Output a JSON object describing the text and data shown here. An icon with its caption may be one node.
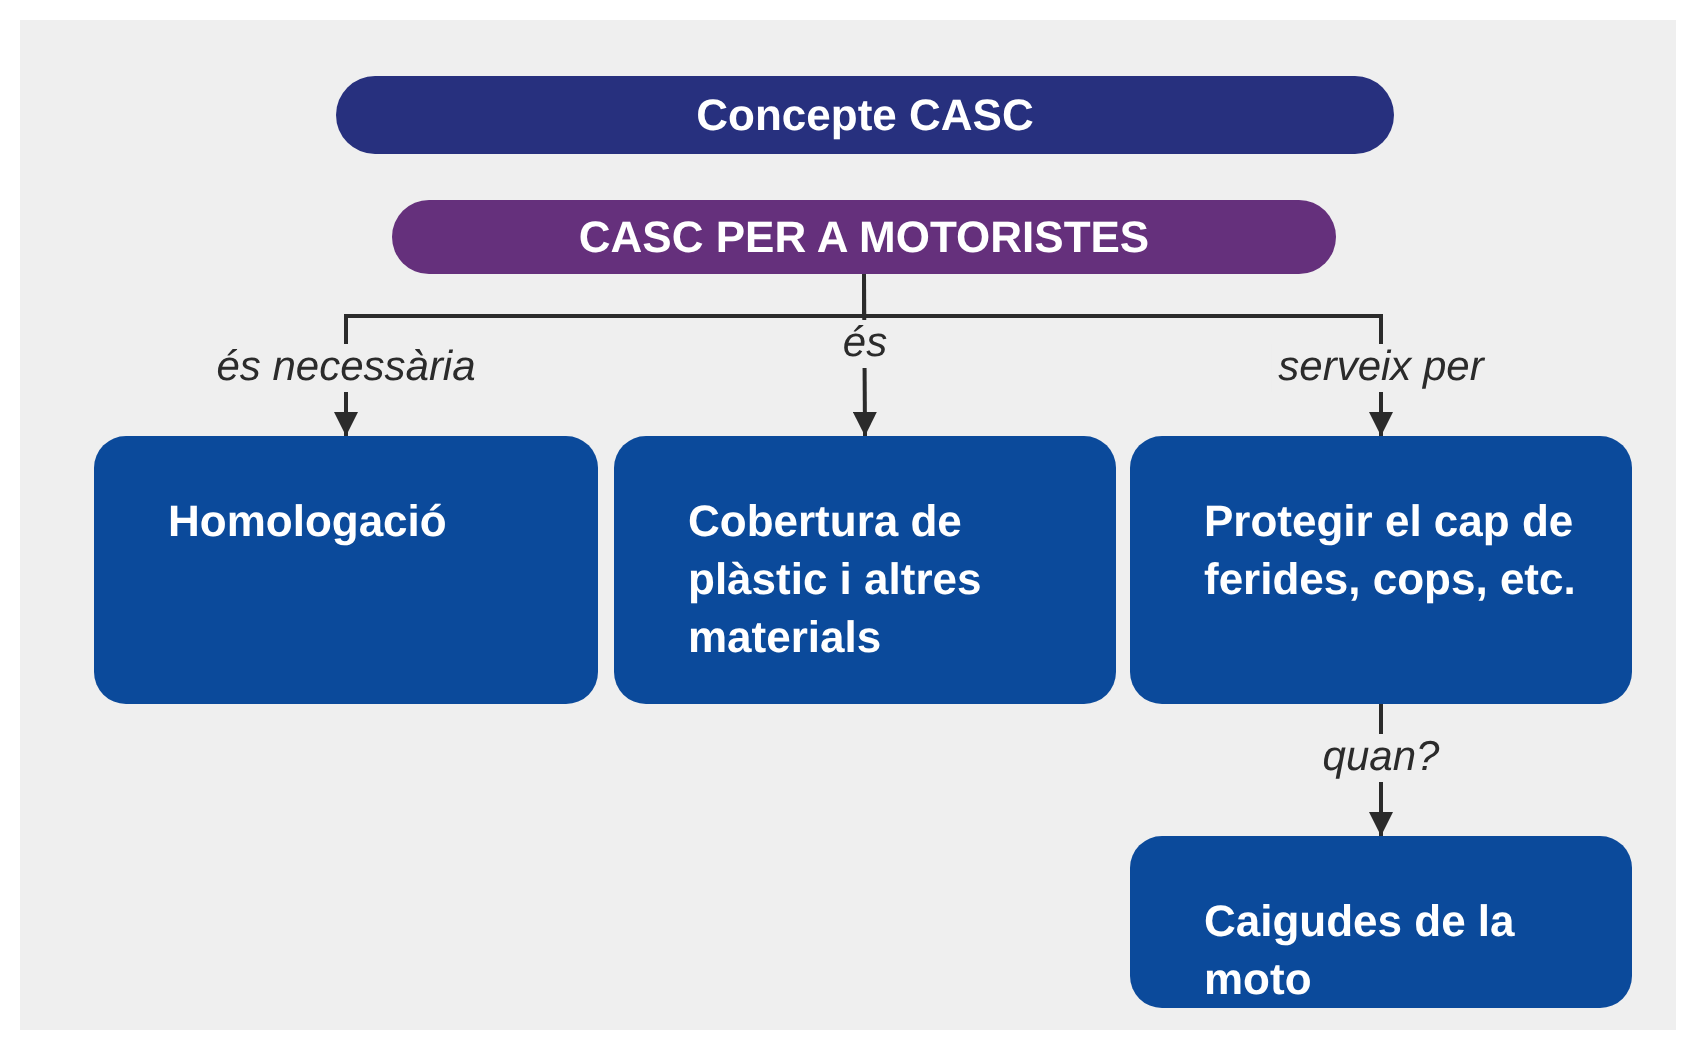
{
  "diagram": {
    "nodes": [
      {
        "text": [
          "Concepte CASC"
        ]
      },
      {
        "text": [
          "CASC PER A MOTORISTES"
        ]
      },
      {
        "text": [
          "Homologació"
        ]
      },
      {
        "text": [
          "Cobertura de plàstic i altres materials"
        ]
      },
      {
        "text": [
          "Protegir el cap de ferides, cops, etc."
        ]
      },
      {
        "text": [
          "Caigudes de la moto"
        ]
      }
    ],
    "edges": [
      {
        "from": 1,
        "to": 2,
        "arrow": "to",
        "label": "és necessària"
      },
      {
        "from": 1,
        "to": 3,
        "arrow": "to",
        "label": "és"
      },
      {
        "from": 1,
        "to": 4,
        "arrow": "to",
        "label": "serveix per"
      },
      {
        "from": 4,
        "to": 5,
        "arrow": "to",
        "label": "quan?"
      }
    ]
  }
}
